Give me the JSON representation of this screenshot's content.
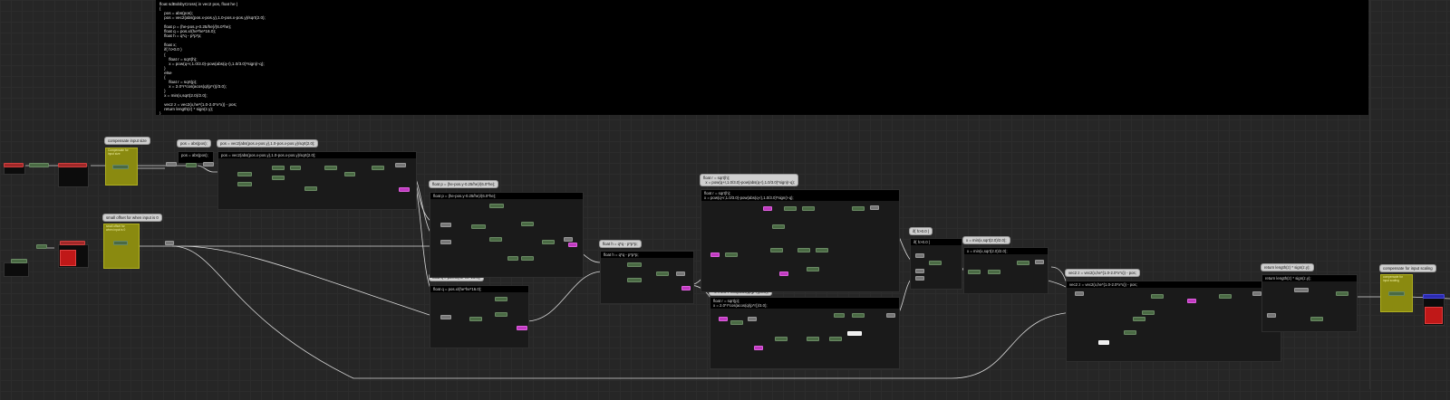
{
  "code": {
    "lines": [
      "float sdBobbyCross( in vec2 pos, float he )",
      "{",
      "    pos = abs(pos);",
      "    pos = vec2(abs(pos.x-pos.y),1.0-pos.x-pos.y)/sqrt(2.0);",
      "",
      "    float p = (he-pos.y-0.25/he)/(6.0*he);",
      "    float q = pos.x/(he*he*16.0);",
      "    float h = q*q - p*p*p;",
      "",
      "    float x;",
      "    if( h>0.0 )",
      "    {",
      "        float r = sqrt(h);",
      "        x = pow(q+r,1.0/3.0)-pow(abs(q-r),1.0/3.0)*sign(r-q);",
      "    }",
      "    else",
      "    {",
      "        float r = sqrt(p);",
      "        x = 2.0*r*cos(acos(q/(p*r))/3.0);",
      "    }",
      "    x = min(x,sqrt(2.0)/2.0);",
      "",
      "    vec2 z = vec2(x,he*(1.0-2.0*x*x)) - pos;",
      "    return length(z) * sign(z.y);",
      "}"
    ]
  },
  "comments": {
    "compensate_input_size": "compensate input size",
    "pos_abs": "pos = abs(pos);",
    "pos_vec2": "pos = vec2(abs(pos.x-pos.y),1.0-pos.x-pos.y)/sqrt(2.0);",
    "small_offset": "small offset for when input is 0",
    "float_p": "float p = (he-pos.y-0.25/he)/(6.0*he);",
    "float_q": "float q = pos.x/(he*he*16.0);",
    "float_h": "float h = q*q - p*p*p;",
    "if_branch": "float r = sqrt(h);\n  x = pow(q+r,1.0/3.0)-pow(abs(q-r),1.0/3.0)*sign(r-q);",
    "else_branch": "float r = sqrt(p);\n  x = 2.0*r*cos(acos(q/(p*r))/3.0);",
    "if_h": "if( h>0.0 )",
    "x_min": "x = min(x,sqrt(2.0)/2.0);",
    "vec2_z": "vec2 z = vec2(x,he*(1.0-2.0*x*x)) - pos;",
    "return_len": "return length(z) * sign(z.y);",
    "compensate_scaling": "compensate for input scaling"
  },
  "frames": {
    "pos_vec2": "pos = vec2(abs(pos.x-pos.y),1.0-pos.x-pos.y)/sqrt(2.0);",
    "pos_abs": "pos = abs(pos);",
    "float_p": "float p = (he-pos.y-0.25/he)/(6.0*he);",
    "float_q": "float q = pos.x/(he*he*16.0);",
    "float_h": "float h = q*q - p*p*p;",
    "if_branch": "float r = sqrt(h);\nx = pow(q+r,1.0/3.0)-pow(abs(q-r),1.0/3.0)*sign(r-q);",
    "else_branch": "float r = sqrt(p);\nx = 2.0*r*cos(acos(q/(p*r))/3.0);",
    "if_h": "if( h>0.0 )",
    "x_min": "x = min(x,sqrt(2.0)/2.0);",
    "vec2_z": "vec2 z = vec2(x,he*(1.0-2.0*x*x)) - pos;",
    "return_len": "return length(z) * sign(z.y);"
  },
  "yellow_notes": {
    "compensate_size": "Compensate for\ninput size",
    "small_offset": "small offset for\nwhen input is 0",
    "compensate_scaling": "compensate for\ninput scaling"
  },
  "colors": {
    "background": "#262626",
    "code_bg": "#000000",
    "node_green": "#4a6a44",
    "node_pink": "#c03ac0",
    "node_red": "#a02828",
    "yellow_note": "#8a8a10",
    "wire": "#d8d8d8"
  }
}
